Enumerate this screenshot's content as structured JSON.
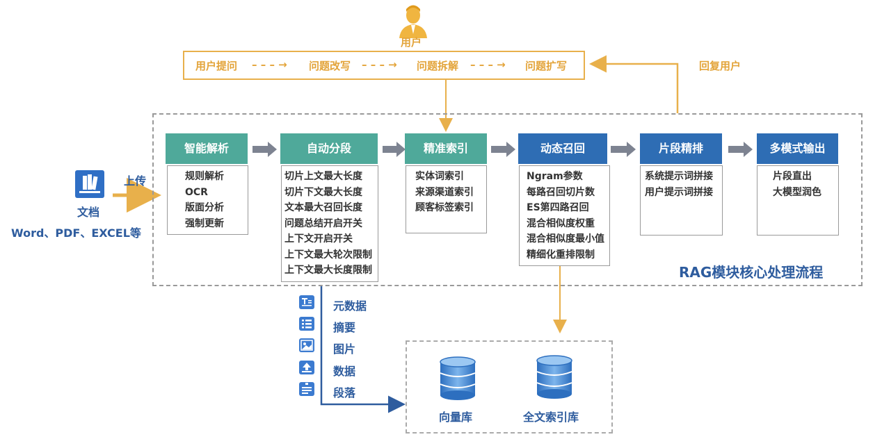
{
  "user": {
    "icon": "user-icon",
    "label": "用户"
  },
  "pipeline": {
    "steps": [
      "用户提问",
      "问题改写",
      "问题拆解",
      "问题扩写"
    ],
    "connector": "– – – →"
  },
  "reply_label": "回复用户",
  "upload": {
    "label": "上传",
    "doc_label": "文档",
    "formats": "Word、PDF、EXCEL等",
    "icon": "document-icon"
  },
  "stages": [
    {
      "title": "智能解析",
      "items": [
        "规则解析",
        "OCR",
        "版面分析",
        "强制更新"
      ],
      "color": "#4FA99A"
    },
    {
      "title": "自动分段",
      "items": [
        "切片上文最大长度",
        "切片下文最大长度",
        "文本最大召回长度",
        "问题总结开启开关",
        "上下文开启开关",
        "上下文最大轮次限制",
        "上下文最大长度限制"
      ],
      "color": "#4FA99A"
    },
    {
      "title": "精准索引",
      "items": [
        "实体词索引",
        "来源渠道索引",
        "顾客标签索引"
      ],
      "color": "#4FA99A"
    },
    {
      "title": "动态召回",
      "items": [
        "Ngram参数",
        "每路召回切片数",
        "ES第四路召回",
        "混合相似度权重",
        "混合相似度最小值",
        "精细化重排限制"
      ],
      "color": "#2E6DB4"
    },
    {
      "title": "片段精排",
      "items": [
        "系统提示词拼接",
        "用户提示词拼接"
      ],
      "color": "#2E6DB4"
    },
    {
      "title": "多模式输出",
      "items": [
        "片段直出",
        "大模型润色"
      ],
      "color": "#2E6DB4"
    }
  ],
  "core_title": "RAG模块核心处理流程",
  "metadata": [
    {
      "label": "元数据",
      "icon": "text-doc-icon"
    },
    {
      "label": "摘要",
      "icon": "list-icon"
    },
    {
      "label": "图片",
      "icon": "image-icon"
    },
    {
      "label": "数据",
      "icon": "upload-icon"
    },
    {
      "label": "段落",
      "icon": "paragraph-icon"
    }
  ],
  "stores": [
    {
      "label": "向量库",
      "icon": "database-icon"
    },
    {
      "label": "全文索引库",
      "icon": "database-icon"
    }
  ]
}
